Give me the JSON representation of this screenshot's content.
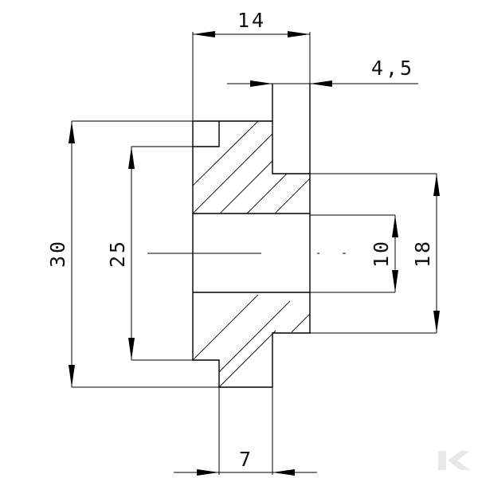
{
  "drawing": {
    "dimensions": {
      "top_width": "14",
      "top_offset": "4,5",
      "outer_height": "30",
      "flange_height": "25",
      "bore_diameter": "10",
      "hub_diameter": "18",
      "bottom_width": "7"
    },
    "line_color": "#000000",
    "background": "#ffffff",
    "logo": {
      "icon": "brand-k-logo",
      "color": "#e8e8e8"
    }
  }
}
